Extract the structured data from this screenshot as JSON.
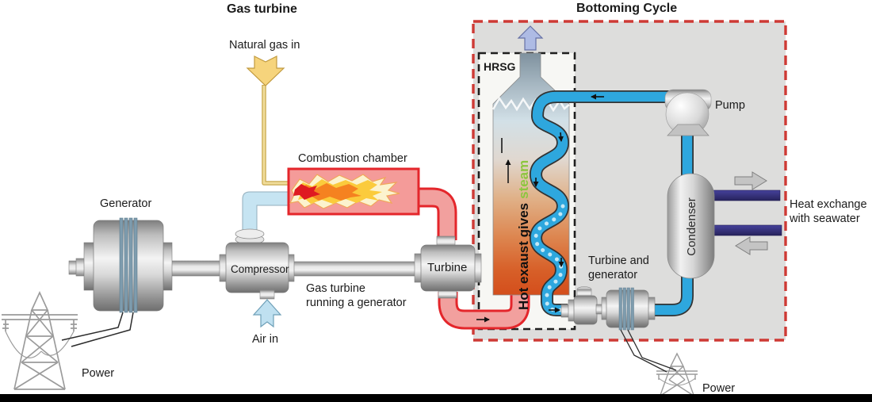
{
  "titles": {
    "gas_turbine": "Gas turbine",
    "bottoming_cycle": "Bottoming Cycle"
  },
  "labels": {
    "natural_gas_in": "Natural gas in",
    "combustion_chamber": "Combustion chamber",
    "generator": "Generator",
    "compressor": "Compressor",
    "air_in": "Air in",
    "turbine": "Turbine",
    "gas_note": {
      "line1": "Gas turbine",
      "line2": "running a generator"
    },
    "hrsg": "HRSG",
    "flow_black": "Hot exaust gives",
    "flow_green": "steam",
    "pump": "Pump",
    "condenser": "Condenser",
    "heat_exchange": {
      "line1": "Heat exchange",
      "line2": "with seawater"
    },
    "turbine_generator": {
      "line1": "Turbine and",
      "line2": "generator"
    },
    "power_left": "Power",
    "power_right": "Power"
  },
  "colors": {
    "hot_gas_border": "#E4262B",
    "hot_gas_fill": "#F2A09E",
    "water_steam_blue": "#2EA7DE",
    "air_light_blue": "#C6E4F2",
    "fuel_yellow": "#F6D47C",
    "seawater_navy": "#35317E",
    "steam_word_green": "#8CC63E",
    "cycle_background": "#DDDDDC",
    "boundary_red": "#CE3A35",
    "exhaust_arrow_purple": "#AEBBE4"
  }
}
